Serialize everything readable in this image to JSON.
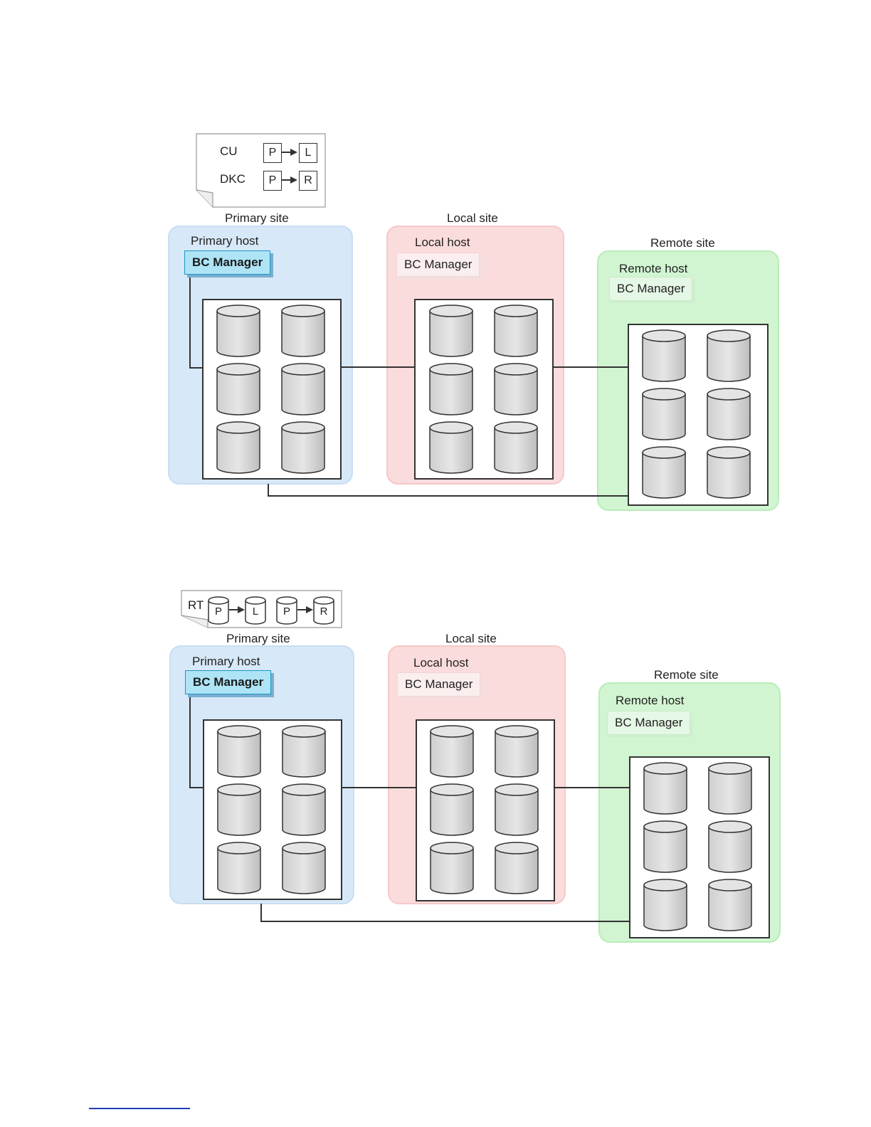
{
  "diagram1": {
    "legend": {
      "rows": [
        {
          "label": "CU",
          "from": "P",
          "to": "L"
        },
        {
          "label": "DKC",
          "from": "P",
          "to": "R"
        }
      ]
    },
    "primary_site": {
      "title": "Primary site",
      "host": "Primary host",
      "manager": "BC Manager"
    },
    "local_site": {
      "title": "Local site",
      "host": "Local host",
      "manager": "BC Manager"
    },
    "remote_site": {
      "title": "Remote site",
      "host": "Remote host",
      "manager": "BC Manager"
    }
  },
  "diagram2": {
    "legend": {
      "label": "RT",
      "pairs": [
        {
          "from": "P",
          "to": "L"
        },
        {
          "from": "P",
          "to": "R"
        }
      ]
    },
    "primary_site": {
      "title": "Primary site",
      "host": "Primary host",
      "manager": "BC Manager"
    },
    "local_site": {
      "title": "Local site",
      "host": "Local host",
      "manager": "BC Manager"
    },
    "remote_site": {
      "title": "Remote site",
      "host": "Remote host",
      "manager": "BC Manager"
    }
  },
  "colors": {
    "primary_site": "#d7e8f8",
    "local_site": "#fbdcdc",
    "remote_site": "#d1f5d1",
    "bc_manager_highlight": "#aee4f6",
    "footnote_line": "#1a3fb5"
  },
  "icons": [
    "document-legend-icon",
    "cylinder-volume-icon",
    "arrow-right-icon"
  ]
}
